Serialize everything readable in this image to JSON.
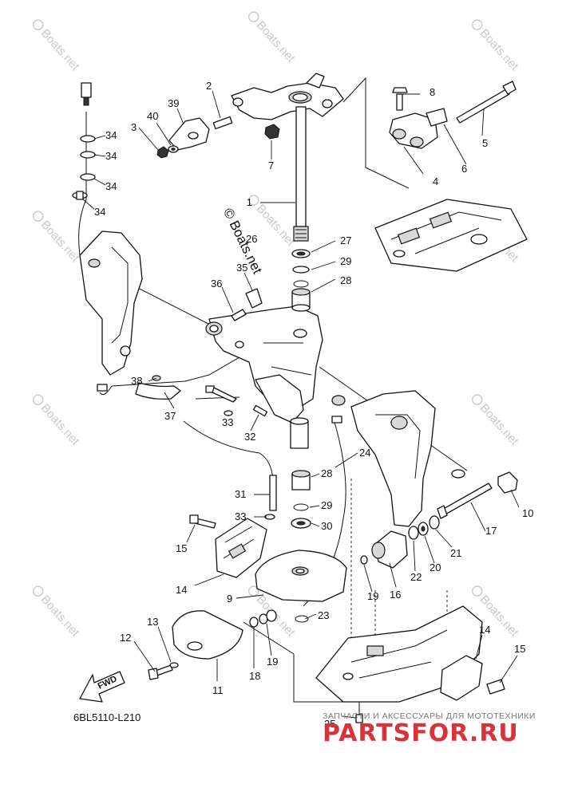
{
  "diagram": {
    "part_code": "6BL5110-L210",
    "fwd_label": "FWD",
    "center_watermark": "© Boats.net",
    "tile_watermark": "Boats.net",
    "callouts": [
      {
        "id": "c1",
        "label": "1"
      },
      {
        "id": "c2",
        "label": "2"
      },
      {
        "id": "c3",
        "label": "3"
      },
      {
        "id": "c4",
        "label": "4"
      },
      {
        "id": "c5",
        "label": "5"
      },
      {
        "id": "c6",
        "label": "6"
      },
      {
        "id": "c7",
        "label": "7"
      },
      {
        "id": "c8",
        "label": "8"
      },
      {
        "id": "c9",
        "label": "9"
      },
      {
        "id": "c10",
        "label": "10"
      },
      {
        "id": "c11",
        "label": "11"
      },
      {
        "id": "c12",
        "label": "12"
      },
      {
        "id": "c13",
        "label": "13"
      },
      {
        "id": "c14a",
        "label": "14"
      },
      {
        "id": "c14b",
        "label": "14"
      },
      {
        "id": "c15a",
        "label": "15"
      },
      {
        "id": "c15b",
        "label": "15"
      },
      {
        "id": "c16",
        "label": "16"
      },
      {
        "id": "c17",
        "label": "17"
      },
      {
        "id": "c18",
        "label": "18"
      },
      {
        "id": "c19a",
        "label": "19"
      },
      {
        "id": "c19b",
        "label": "19"
      },
      {
        "id": "c20",
        "label": "20"
      },
      {
        "id": "c21",
        "label": "21"
      },
      {
        "id": "c22",
        "label": "22"
      },
      {
        "id": "c23",
        "label": "23"
      },
      {
        "id": "c24",
        "label": "24"
      },
      {
        "id": "c25",
        "label": "25"
      },
      {
        "id": "c26",
        "label": "26"
      },
      {
        "id": "c27",
        "label": "27"
      },
      {
        "id": "c28a",
        "label": "28"
      },
      {
        "id": "c28b",
        "label": "28"
      },
      {
        "id": "c29a",
        "label": "29"
      },
      {
        "id": "c29b",
        "label": "29"
      },
      {
        "id": "c30",
        "label": "30"
      },
      {
        "id": "c31",
        "label": "31"
      },
      {
        "id": "c32",
        "label": "32"
      },
      {
        "id": "c33a",
        "label": "33"
      },
      {
        "id": "c33b",
        "label": "33"
      },
      {
        "id": "c34a",
        "label": "34"
      },
      {
        "id": "c34b",
        "label": "34"
      },
      {
        "id": "c34c",
        "label": "34"
      },
      {
        "id": "c34d",
        "label": "34"
      },
      {
        "id": "c35",
        "label": "35"
      },
      {
        "id": "c36",
        "label": "36"
      },
      {
        "id": "c37",
        "label": "37"
      },
      {
        "id": "c38",
        "label": "38"
      },
      {
        "id": "c39",
        "label": "39"
      },
      {
        "id": "c40",
        "label": "40"
      }
    ]
  },
  "logo": {
    "tagline": "ЗАПЧАСТИ И АКСЕССУАРЫ ДЛЯ МОТОТЕХНИКИ",
    "brand": "PARTSFOR.RU",
    "color": "#d9323a"
  }
}
